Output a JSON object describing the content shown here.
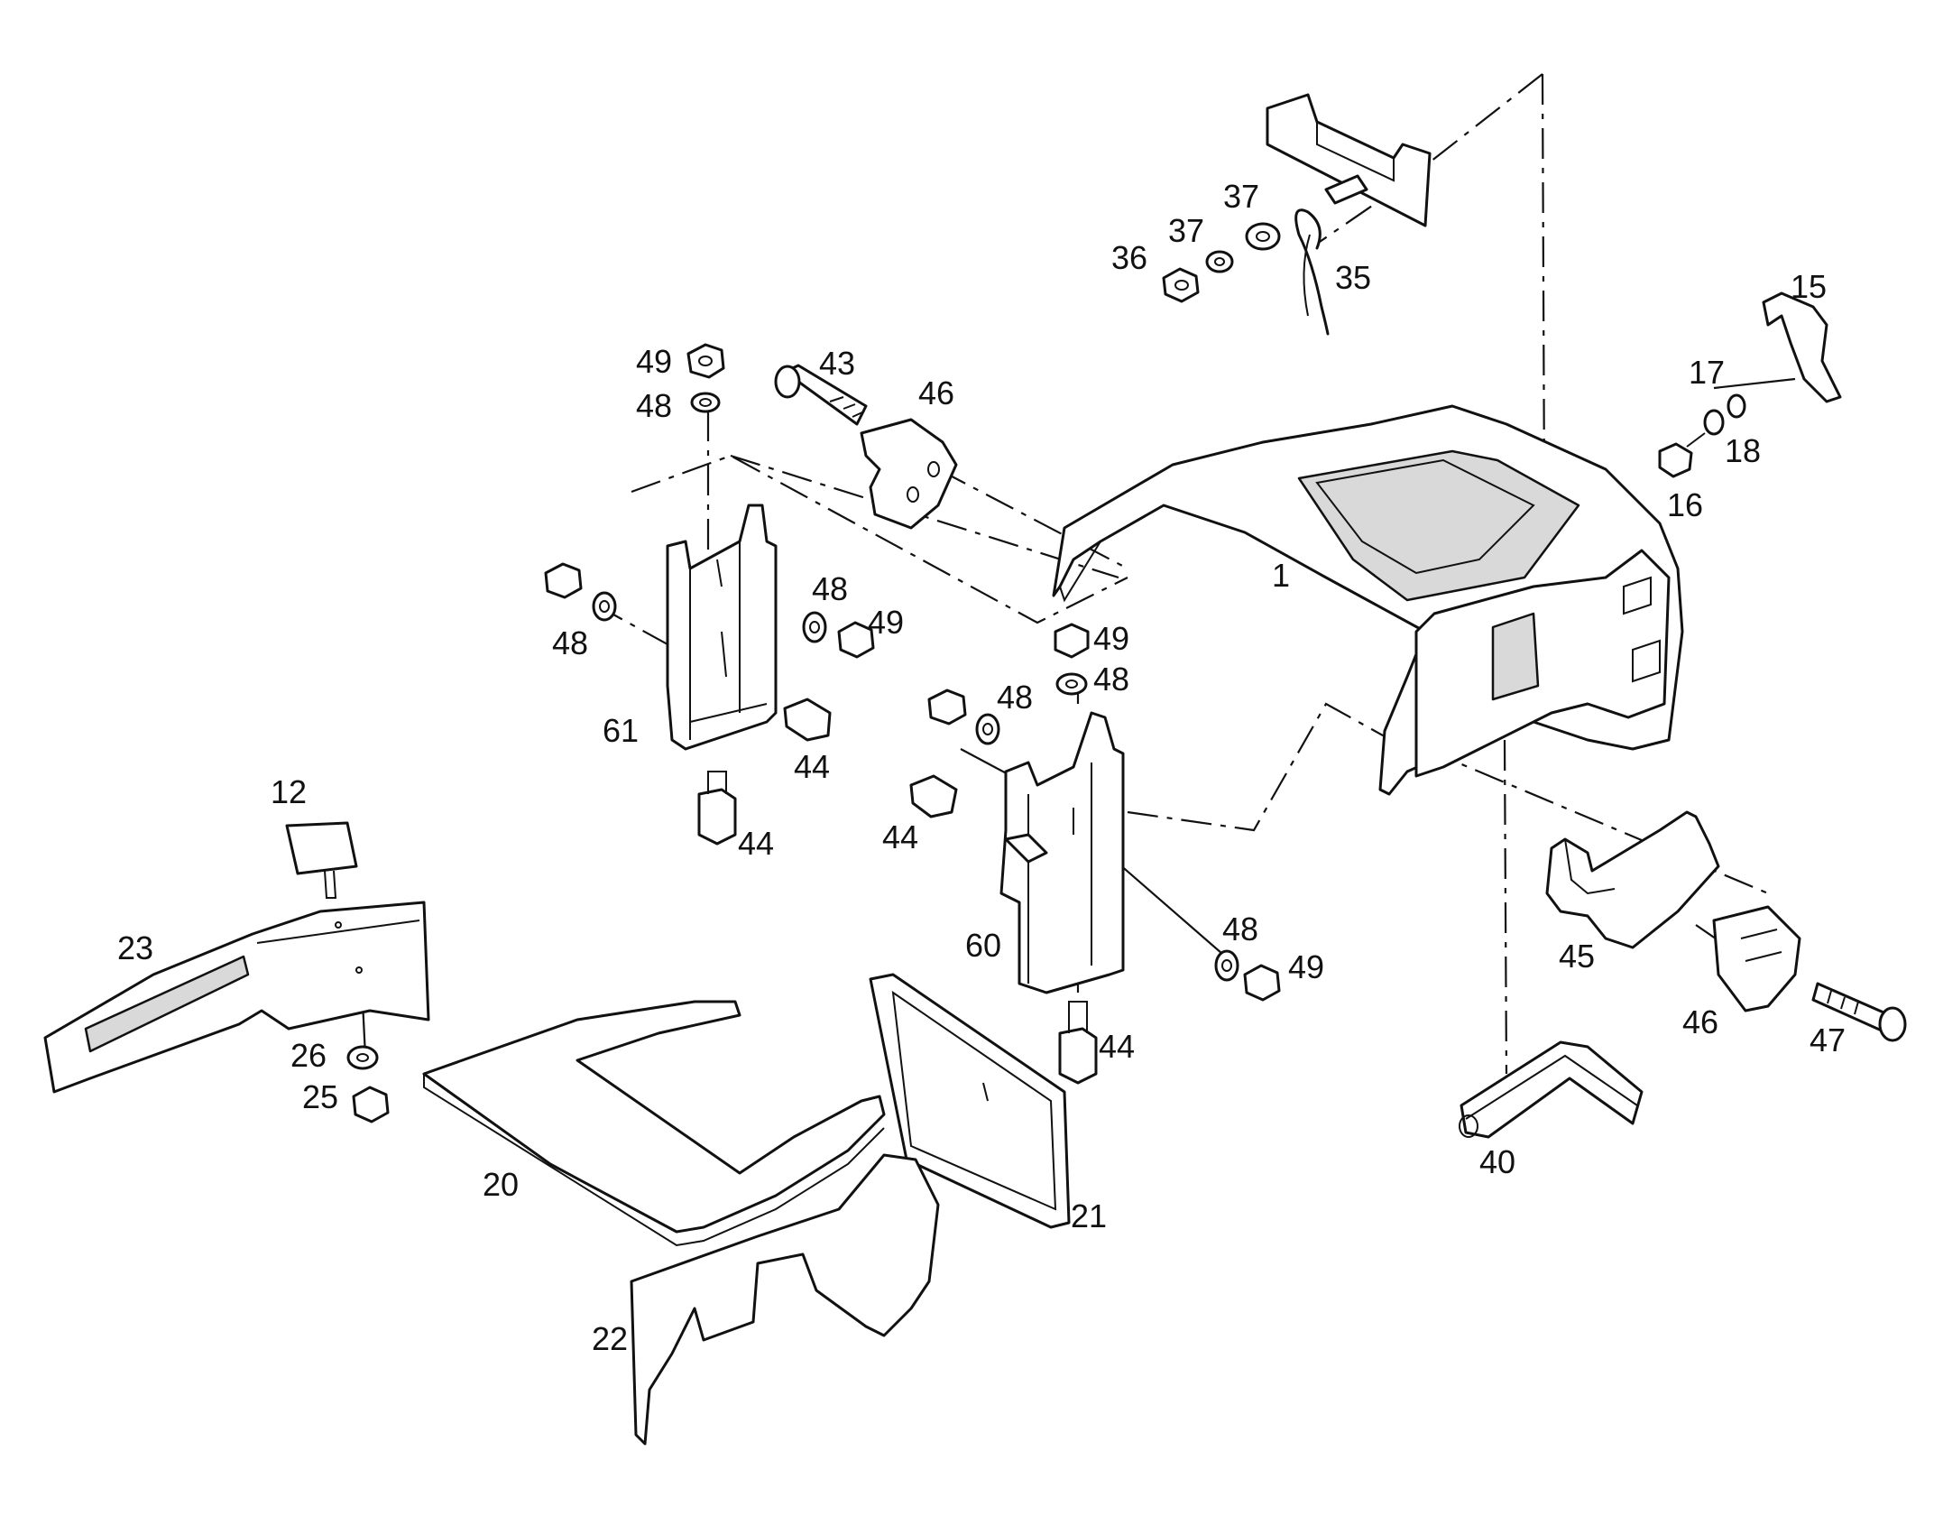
{
  "colors": {
    "ink": "#111111",
    "paper": "#ffffff",
    "shade": "#d9d9d9"
  },
  "callouts": {
    "c1": "1",
    "c12": "12",
    "c15": "15",
    "c16": "16",
    "c17": "17",
    "c18": "18",
    "c20": "20",
    "c21": "21",
    "c22": "22",
    "c23": "23",
    "c25": "25",
    "c26": "26",
    "c35": "35",
    "c36": "36",
    "c37a": "37",
    "c37b": "37",
    "c40": "40",
    "c43": "43",
    "c44a": "44",
    "c44b": "44",
    "c44c": "44",
    "c44d": "44",
    "c45": "45",
    "c46a": "46",
    "c46b": "46",
    "c47": "47",
    "c48a": "48",
    "c48b": "48",
    "c48c": "48",
    "c48d": "48",
    "c48e": "48",
    "c48f": "48",
    "c49a": "49",
    "c49b": "49",
    "c49c": "49",
    "c49d": "49",
    "c60": "60",
    "c61": "61"
  }
}
